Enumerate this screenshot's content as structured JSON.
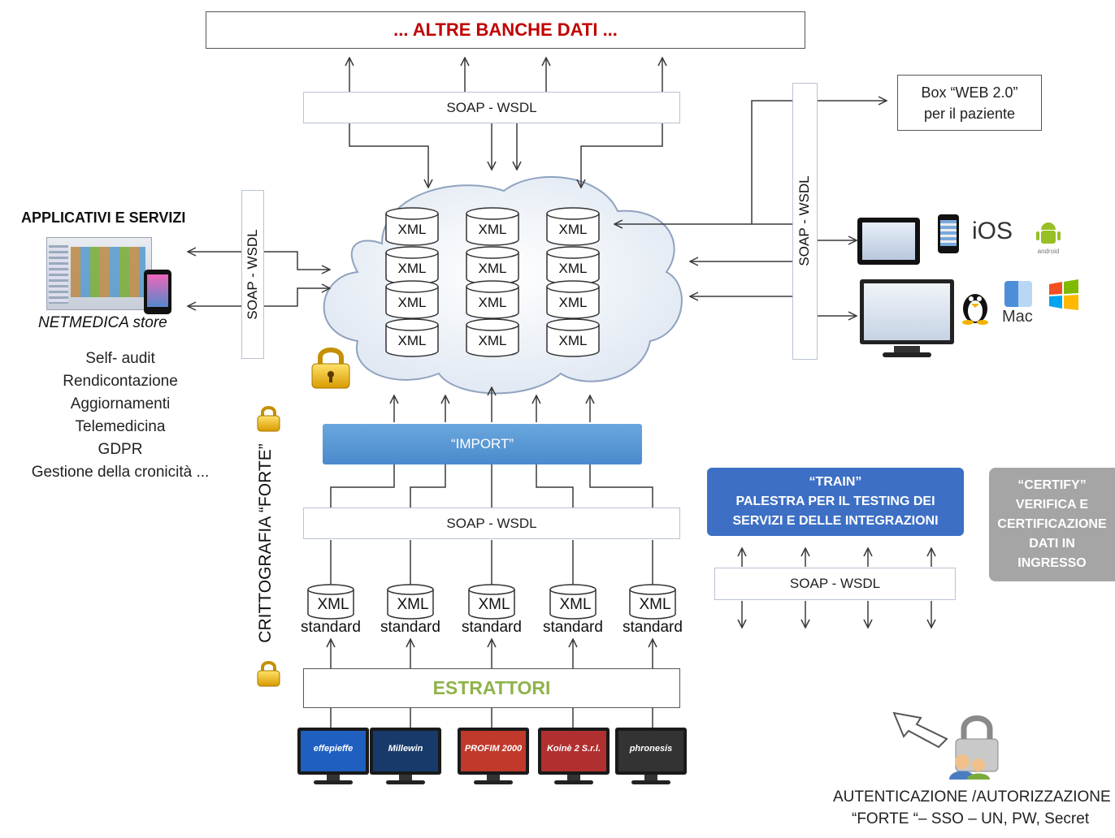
{
  "top_banner": {
    "label": "... ALTRE BANCHE DATI ..."
  },
  "soap_label": "SOAP - WSDL",
  "soap_vertical_label": "SOAP - WSDL",
  "cloud": {
    "cylinder_label": "XML",
    "columns": 3,
    "rows": 4
  },
  "web20": {
    "line1": "Box “WEB 2.0”",
    "line2": "per il paziente"
  },
  "devices": {
    "ios_label": "iOS",
    "android_label": "android",
    "mac_label": "Mac"
  },
  "left_panel": {
    "heading": "APPLICATIVI E SERVIZI",
    "store_label": "NETMEDICA store",
    "services": [
      "Self- audit",
      "Rendicontazione",
      "Aggiornamenti",
      "Telemedicina",
      "GDPR",
      "Gestione della cronicità ..."
    ]
  },
  "crypto_label": "CRITTOGRAFIA “FORTE”",
  "import_label": "“IMPORT”",
  "standard_items": [
    {
      "top": "XML",
      "bottom": "standard"
    },
    {
      "top": "XML",
      "bottom": "standard"
    },
    {
      "top": "XML",
      "bottom": "standard"
    },
    {
      "top": "XML",
      "bottom": "standard"
    },
    {
      "top": "XML",
      "bottom": "standard"
    }
  ],
  "extractors_label": "ESTRATTORI",
  "monitors": [
    {
      "brand": "effepieffe",
      "color": "#1f5fbf"
    },
    {
      "brand": "Millewin",
      "color": "#183a6b"
    },
    {
      "brand": "PROFIM 2000",
      "color": "#c0392b"
    },
    {
      "brand": "Koinè 2 S.r.l.",
      "color": "#b03030"
    },
    {
      "brand": "phronesis",
      "color": "#333333"
    }
  ],
  "train": {
    "line1": "“TRAIN”",
    "line2": "PALESTRA PER IL TESTING DEI",
    "line3": "SERVIZI E DELLE INTEGRAZIONI",
    "color": "#3a6fc9"
  },
  "certify": {
    "line1": "“CERTIFY”",
    "line2": "VERIFICA E",
    "line3": "CERTIFICAZIONE",
    "line4": "DATI IN",
    "line5": "INGRESSO",
    "color": "#a6a6a6"
  },
  "auth": {
    "line1": "AUTENTICAZIONE /AUTORIZZAZIONE",
    "line2": "“FORTE “– SSO – UN, PW, Secret"
  },
  "colors": {
    "top_banner_text": "#c00000",
    "import_fill": "#5b9bd5",
    "extractors_text": "#8fb34a",
    "line": "#3a3a3a"
  }
}
